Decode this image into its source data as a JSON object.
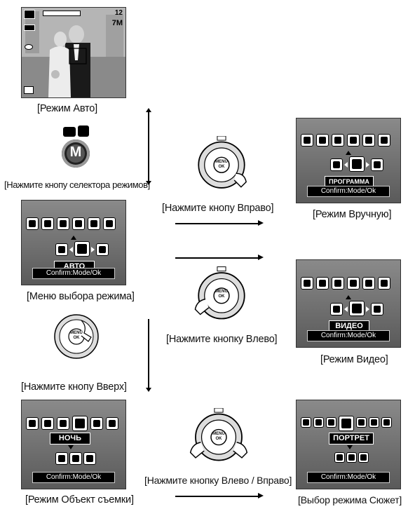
{
  "captions": {
    "auto_mode": "[Режим Авто]",
    "press_mode_selector": "[Нажмите кнопу селектора режимов]",
    "mode_select_menu": "[Меню выбора режима]",
    "press_up": "[Нажмите кнопу Вверх]",
    "scene_subject_mode": "[Режим Объект съемки]",
    "press_right": "[Нажмите кнопу Вправо]",
    "manual_mode": "[Режим Вручную]",
    "press_left": "[Нажмите кнопку Влево]",
    "video_mode": "[Режим Видео]",
    "press_left_right": "[Нажмите кнопку Влево / Вправо]",
    "scene_select_mode": "[Выбор режима Сюжет]"
  },
  "auto_screen": {
    "shots_remaining": "12",
    "size_label": "7M"
  },
  "mode_button": {
    "label": "M"
  },
  "pad": {
    "center_line1": "MENU",
    "center_line2": "OK"
  },
  "screens": {
    "mode_menu": {
      "label": "АВТО",
      "confirm": "Confirm:Mode/Ok"
    },
    "manual": {
      "label": "ПРОГРАММА",
      "confirm": "Confirm:Mode/Ok"
    },
    "video": {
      "label": "ВИДЕО",
      "confirm": "Confirm:Mode/Ok"
    },
    "scene": {
      "label": "НОЧЬ",
      "confirm": "Confirm:Mode/Ok"
    },
    "scene_select": {
      "label": "ПОРТРЕТ",
      "confirm": "Confirm:Mode/Ok"
    }
  }
}
